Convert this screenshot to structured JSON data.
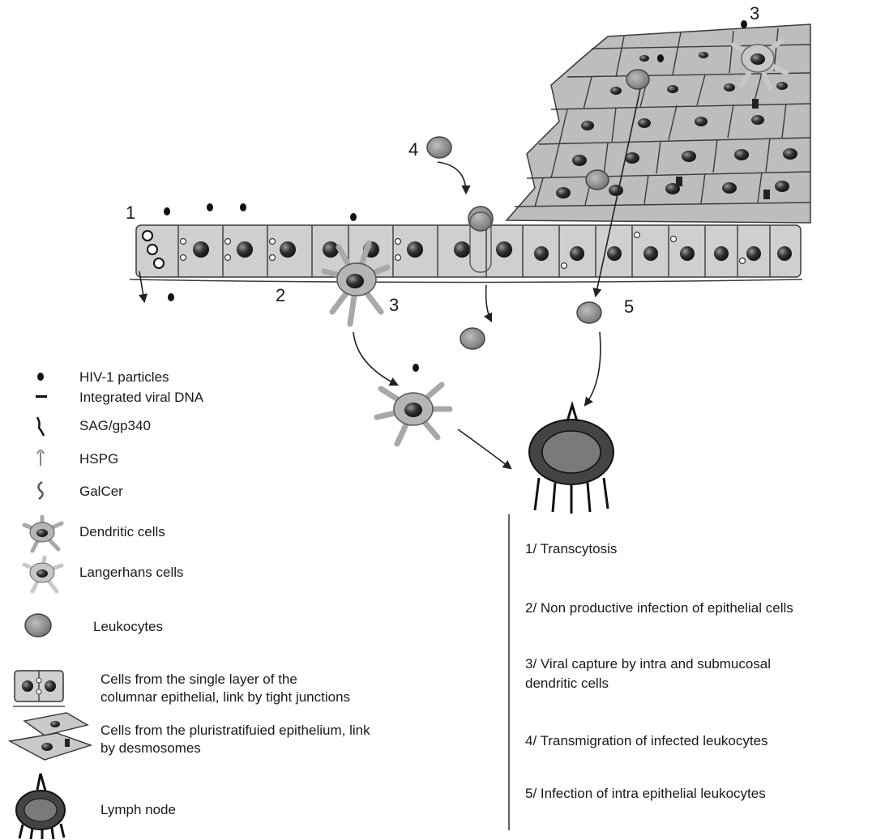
{
  "diagram_labels": {
    "n1": "1",
    "n2": "2",
    "n3a": "3",
    "n3b": "3",
    "n4": "4",
    "n5": "5"
  },
  "legend": {
    "hiv": "HIV-1 particles",
    "dna": "Integrated viral DNA",
    "sag": "SAG/gp340",
    "hspg": "HSPG",
    "galcer": "GalCer",
    "dendritic": "Dendritic cells",
    "langerhans": "Langerhans cells",
    "leukocytes": "Leukocytes",
    "columnar_line1": "Cells from the single layer of the",
    "columnar_line2": "columnar epithelial, link by tight junctions",
    "strat_line1": "Cells from the pluristratifuied epithelium, link",
    "strat_line2": "by desmosomes",
    "lymph": "Lymph node"
  },
  "steps": {
    "s1": "1/ Transcytosis",
    "s2": "2/ Non productive infection of epithelial cells",
    "s3_line1": "3/ Viral capture by intra and submucosal",
    "s3_line2": "dendritic cells",
    "s4": "4/ Transmigration of infected leukocytes",
    "s5": "5/ Infection of intra epithelial leukocytes"
  },
  "colors": {
    "cell_fill": "#c9c9c9",
    "cell_stroke": "#3a3a3a",
    "nucleus": "#2b2b2b",
    "leukocyte": "#8a8a8a",
    "dendritic": "#b5b5b5",
    "virus": "#111111"
  }
}
